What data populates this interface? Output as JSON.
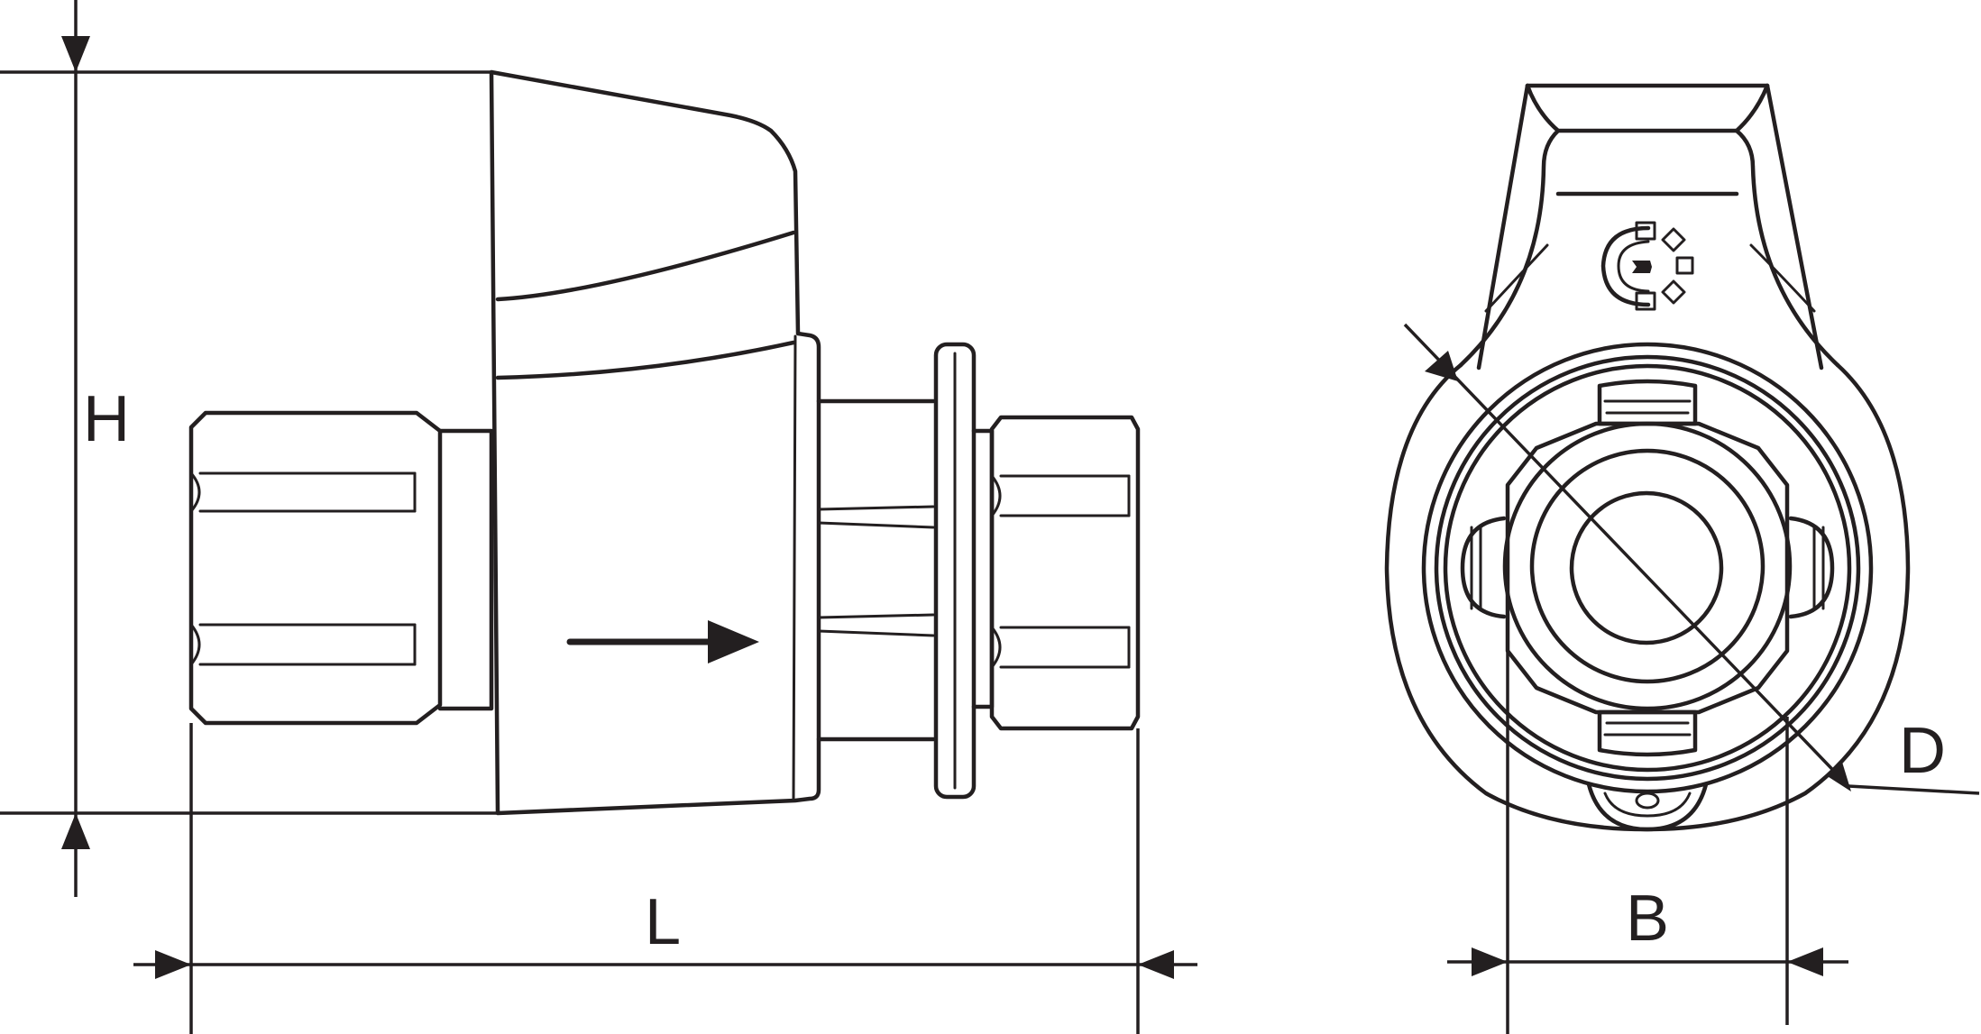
{
  "diagram": {
    "dimensions": {
      "height": "H",
      "length": "L",
      "width": "B",
      "diameter": "D"
    }
  }
}
